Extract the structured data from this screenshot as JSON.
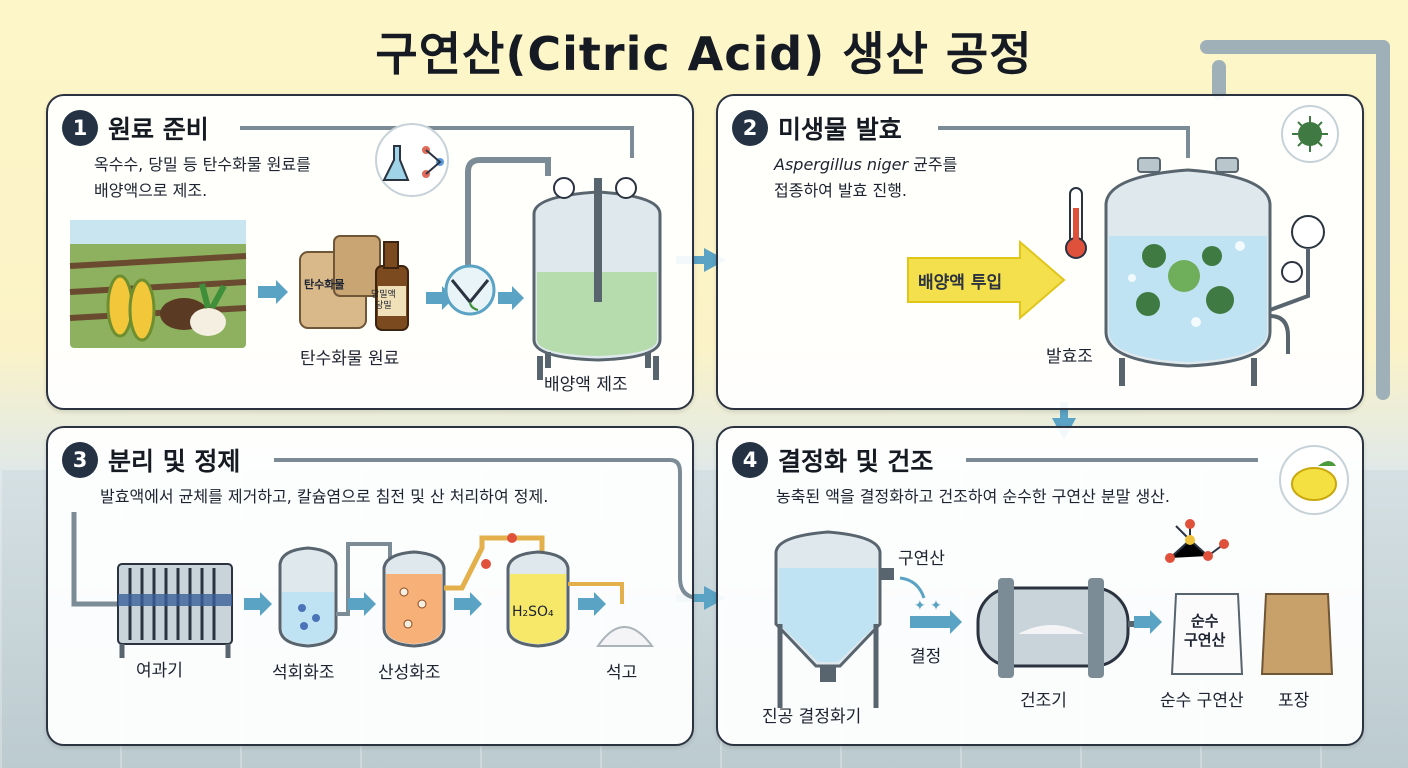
{
  "title": "구연산(Citric Acid) 생산 공정",
  "colors": {
    "panel_border": "#2b3340",
    "badge": "#243244",
    "arrow": "#5aa3c4",
    "fermentation_arrow": "#f4e04d",
    "liquid_green": "#b6dcae",
    "liquid_blue": "#bfe3f2",
    "liquid_orange": "#f6b078",
    "liquid_yellow": "#f7e86a"
  },
  "steps": [
    {
      "number": "1",
      "title": "원료 준비",
      "description": "옥수수, 당밀 등 탄수화물 원료를\n배양액으로 제조.",
      "icon": "lab-flask-icon",
      "items": {
        "raw_material": "탄수화물 원료",
        "bag_text": "탄수화물",
        "bottle_text": "당밀액\n당밀",
        "medium": "배양액 제조"
      }
    },
    {
      "number": "2",
      "title": "미생물 발효",
      "description_italic": "Aspergillus niger",
      "description_rest": " 균주를\n접종하여 발효 진행.",
      "icon": "microbe-icon",
      "items": {
        "input_arrow": "배양액 투입",
        "tank": "발효조"
      }
    },
    {
      "number": "3",
      "title": "분리 및 정제",
      "description": "발효액에서 균체를 제거하고, 칼슘염으로 침전 및 산 처리하여 정제.",
      "items": {
        "filter": "여과기",
        "lime_tank": "석회화조",
        "acid_tank": "산성화조",
        "acid_formula": "H₂SO₄",
        "gypsum": "석고"
      }
    },
    {
      "number": "4",
      "title": "결정화 및 건조",
      "description": "농축된 액을 결정화하고 건조하여 순수한 구연산 분말 생산.",
      "icon": "lemon-icon",
      "items": {
        "product_tag": "구연산",
        "crystal": "결정",
        "crystallizer": "진공 결정화기",
        "dryer": "건조기",
        "pure_bag_text": "순수\n구연산",
        "pure": "순수 구연산",
        "package": "포장"
      }
    }
  ]
}
